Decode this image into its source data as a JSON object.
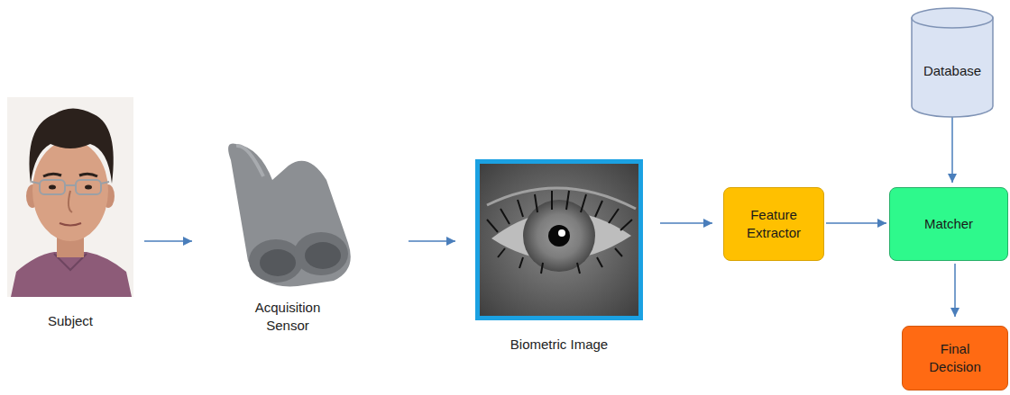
{
  "diagram": {
    "nodes": [
      {
        "text": [
          "Subject"
        ]
      },
      {
        "text": [
          "Acquisition Sensor"
        ]
      },
      {
        "text": [
          "Biometric Image"
        ]
      },
      {
        "text": [
          "Feature Extractor"
        ]
      },
      {
        "text": [
          "Database"
        ]
      },
      {
        "text": [
          "Matcher"
        ]
      },
      {
        "text": [
          "Final Decision"
        ]
      }
    ],
    "edges": [
      {
        "from": 0,
        "to": 1,
        "arrow": "to"
      },
      {
        "from": 1,
        "to": 2,
        "arrow": "to"
      },
      {
        "from": 2,
        "to": 3,
        "arrow": "to"
      },
      {
        "from": 3,
        "to": 5,
        "arrow": "to"
      },
      {
        "from": 4,
        "to": 5,
        "arrow": "to"
      },
      {
        "from": 5,
        "to": 6,
        "arrow": "to"
      }
    ]
  }
}
